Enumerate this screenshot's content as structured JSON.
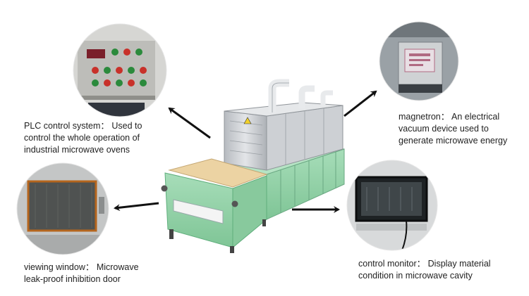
{
  "colors": {
    "machine_green": "#8fd3a6",
    "machine_green_dark": "#5fae7c",
    "stainless_steel": "#c9ccd0",
    "conveyor_belt": "#e9cf9f",
    "arrow": "#111111",
    "caption_text": "#222222"
  },
  "callouts": {
    "plc": {
      "icon": "plc-control-panel-photo",
      "lines": [
        "PLC control system： Used to",
        "control the whole operation of",
        "industrial microwave ovens"
      ]
    },
    "magnetron": {
      "icon": "magnetron-photo",
      "lines": [
        "magnetron： An electrical",
        "vacuum device used to",
        "generate microwave energy"
      ]
    },
    "viewing_window": {
      "icon": "viewing-window-photo",
      "lines": [
        "viewing window： Microwave",
        "leak-proof inhibition door"
      ]
    },
    "control_monitor": {
      "icon": "control-monitor-photo",
      "lines": [
        "control monitor： Display material",
        "condition in microwave cavity"
      ]
    }
  },
  "machine": {
    "icon": "industrial-microwave-tunnel-oven"
  }
}
